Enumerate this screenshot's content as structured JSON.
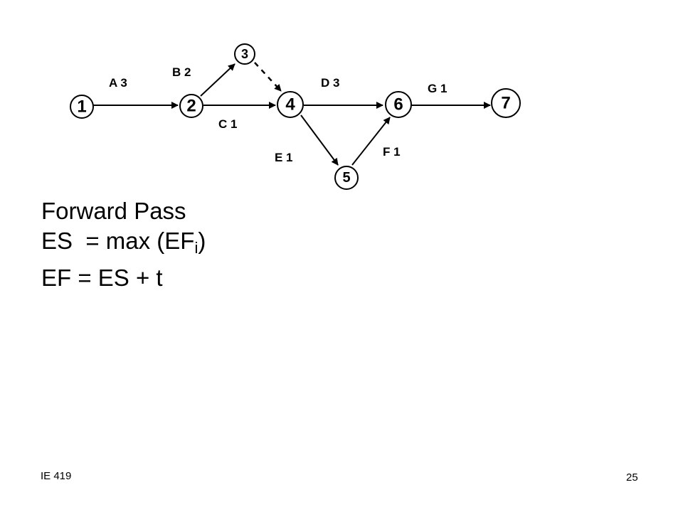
{
  "diagram": {
    "nodes": [
      {
        "id": "1",
        "label": "1"
      },
      {
        "id": "2",
        "label": "2"
      },
      {
        "id": "3",
        "label": "3"
      },
      {
        "id": "4",
        "label": "4"
      },
      {
        "id": "5",
        "label": "5"
      },
      {
        "id": "6",
        "label": "6"
      },
      {
        "id": "7",
        "label": "7"
      }
    ],
    "edges": [
      {
        "from": "1",
        "to": "2",
        "label": "A 3",
        "style": "solid"
      },
      {
        "from": "2",
        "to": "3",
        "label": "B 2",
        "style": "solid"
      },
      {
        "from": "3",
        "to": "4",
        "label": "",
        "style": "dashed"
      },
      {
        "from": "2",
        "to": "4",
        "label": "C 1",
        "style": "solid"
      },
      {
        "from": "4",
        "to": "6",
        "label": "D 3",
        "style": "solid"
      },
      {
        "from": "4",
        "to": "5",
        "label": "E 1",
        "style": "solid"
      },
      {
        "from": "5",
        "to": "6",
        "label": "F 1",
        "style": "solid"
      },
      {
        "from": "6",
        "to": "7",
        "label": "G 1",
        "style": "solid"
      }
    ]
  },
  "formula": {
    "line1": "Forward Pass",
    "line2_prefix": "ES  = max (EF",
    "line2_sub": "i",
    "line2_suffix": ")",
    "line3": "EF = ES + t"
  },
  "footer": {
    "course": "IE 419",
    "page_number": "25"
  }
}
